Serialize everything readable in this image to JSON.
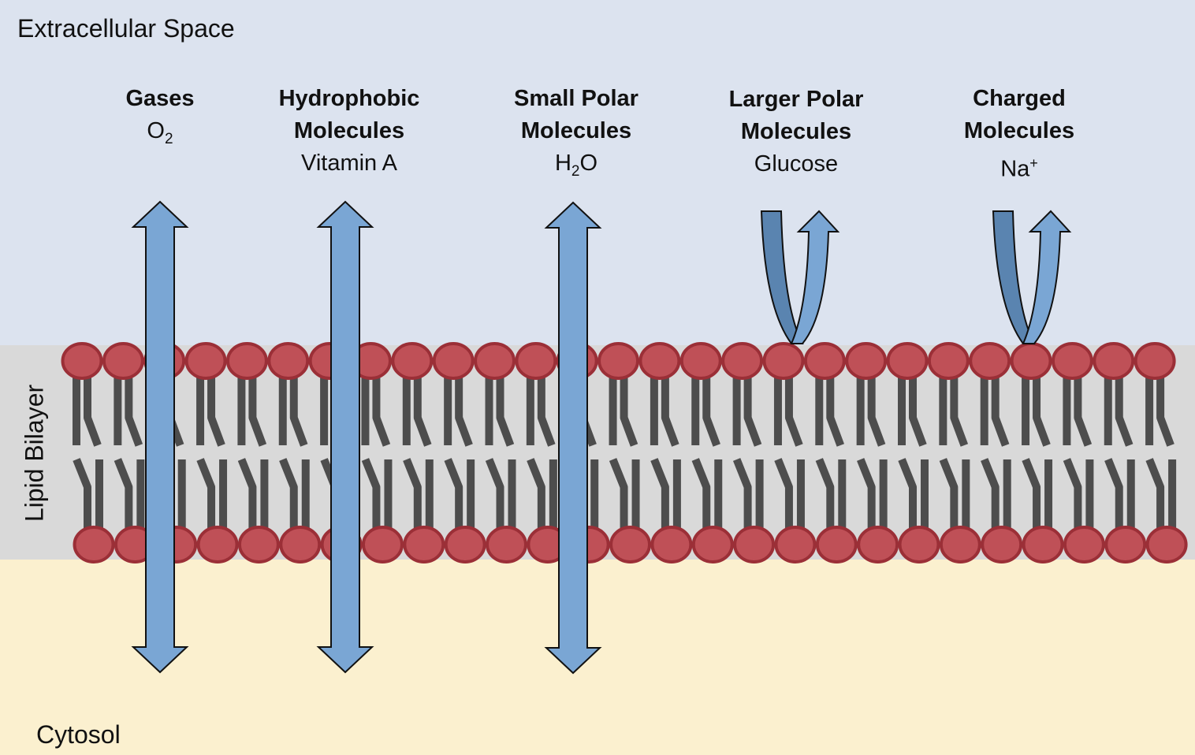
{
  "regions": {
    "extracellular": "Extracellular Space",
    "bilayer": "Lipid Bilayer",
    "cytosol": "Cytosol"
  },
  "molecules": [
    {
      "name_line1": "Gases",
      "name_line2": "",
      "example": "O",
      "example_sub": "2",
      "example_sup": "",
      "example_tail": "",
      "crosses": true
    },
    {
      "name_line1": "Hydrophobic",
      "name_line2": "Molecules",
      "example": "Vitamin A",
      "example_sub": "",
      "example_sup": "",
      "example_tail": "",
      "crosses": true
    },
    {
      "name_line1": "Small Polar",
      "name_line2": "Molecules",
      "example": "H",
      "example_sub": "2",
      "example_sup": "",
      "example_tail": "O",
      "crosses": true
    },
    {
      "name_line1": "Larger Polar",
      "name_line2": "Molecules",
      "example": "Glucose",
      "example_sub": "",
      "example_sup": "",
      "example_tail": "",
      "crosses": false
    },
    {
      "name_line1": "Charged",
      "name_line2": "Molecules",
      "example": "Na",
      "example_sub": "",
      "example_sup": "+",
      "example_tail": "",
      "crosses": false
    }
  ],
  "colors": {
    "extracellular_bg": "#dce3ef",
    "bilayer_bg": "#d9d9d9",
    "cytosol_bg": "#fbf0cf",
    "head_fill": "#bf5057",
    "head_stroke": "#9b2f37",
    "tail": "#4d4d4d",
    "arrow_fill": "#7aa6d4",
    "arrow_dark": "#5a84b0",
    "arrow_stroke": "#111111"
  }
}
